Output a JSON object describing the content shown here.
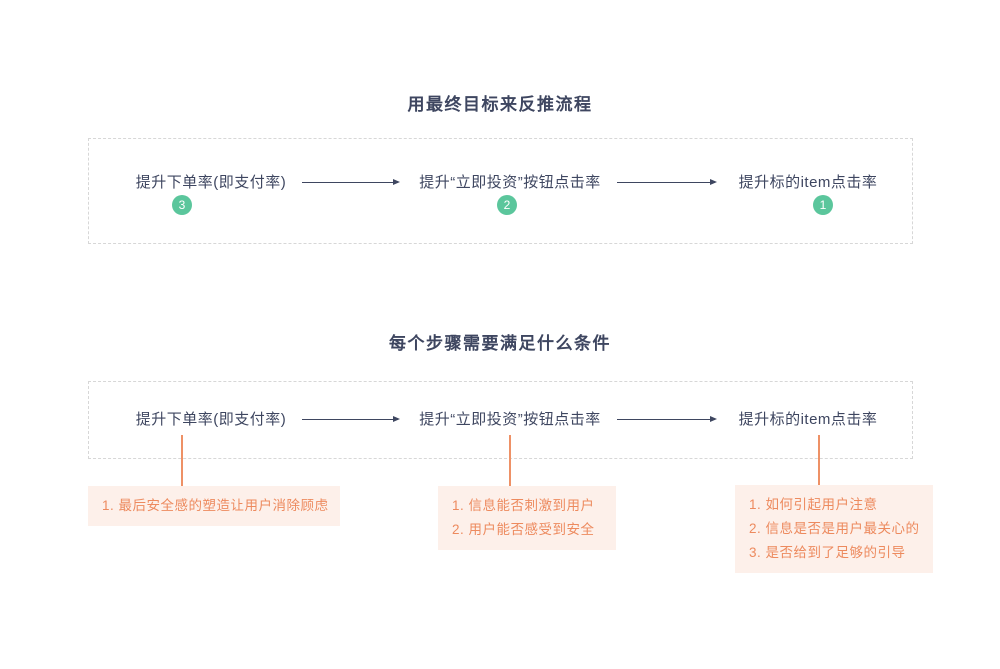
{
  "colors": {
    "step_text": "#3e4660",
    "badge_green": "#5bc69c",
    "note_text": "#ed8a5e",
    "note_background": "#fdf0ea",
    "connector_orange": "#ee9166",
    "box_border_dashed": "#d7d7d7"
  },
  "goal_section": {
    "title": "用最终目标来反推流程",
    "steps": [
      {
        "label": "提升下单率(即支付率)",
        "badge": "3"
      },
      {
        "label": "提升“立即投资”按钮点击率",
        "badge": "2"
      },
      {
        "label": "提升标的item点击率",
        "badge": "1"
      }
    ]
  },
  "conditions_section": {
    "title": "每个步骤需要满足什么条件",
    "steps": [
      {
        "label": "提升下单率(即支付率)"
      },
      {
        "label": "提升“立即投资”按钮点击率"
      },
      {
        "label": "提升标的item点击率"
      }
    ],
    "notes": [
      {
        "items": [
          "1. 最后安全感的塑造让用户消除顾虑"
        ]
      },
      {
        "items": [
          "1. 信息能否刺激到用户",
          "2. 用户能否感受到安全"
        ]
      },
      {
        "items": [
          "1. 如何引起用户注意",
          "2. 信息是否是用户最关心的",
          "3. 是否给到了足够的引导"
        ]
      }
    ]
  }
}
